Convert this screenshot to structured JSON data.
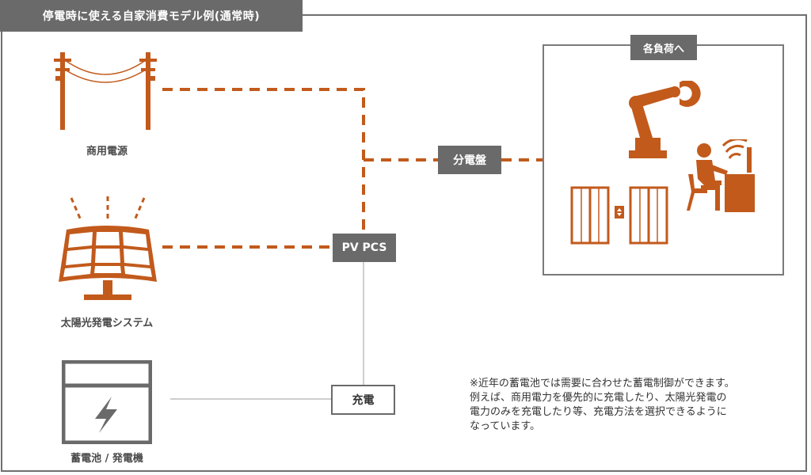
{
  "title": "停電時に使える自家消費モデル例(通常時)",
  "nodes": {
    "grid": "商用電源",
    "solar": "太陽光発電システム",
    "battery": "蓄電池 / 発電機",
    "pv_pcs": "PV PCS",
    "panel": "分電盤",
    "charge": "充電",
    "loads": "各負荷へ"
  },
  "note": "※近年の蓄電池では需要に合わせた蓄電制御ができます。\n例えば、商用電力を優先的に充電したり、太陽光発電の\n電力のみを充電したり等、充電方法を選択できるように\nなっています。",
  "colors": {
    "accent": "#c25a1c",
    "gray": "#6a6a6a",
    "line_gray": "#bdbdbd"
  },
  "icons": [
    "utility-pole-icon",
    "solar-panel-icon",
    "battery-icon",
    "robot-arm-icon",
    "office-worker-icon",
    "elevator-icon"
  ]
}
